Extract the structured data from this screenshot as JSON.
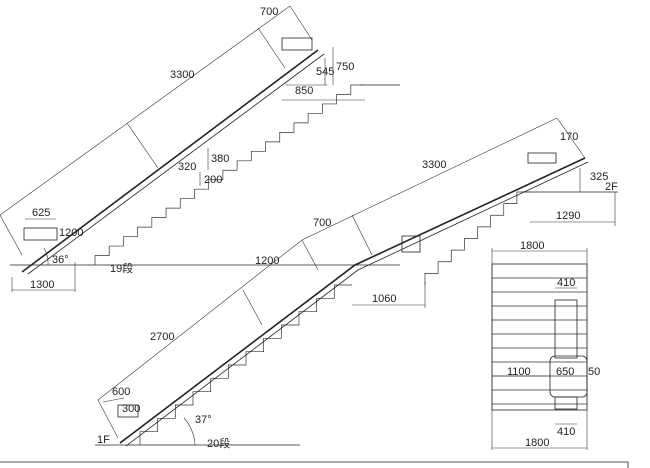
{
  "left_stair": {
    "dims": {
      "top_width": "700",
      "length": "3300",
      "height_total": "750",
      "height_inner": "545",
      "top_depth": "850",
      "rise_a": "380",
      "rise_b": "320",
      "rise_c": "200",
      "chair_width": "625",
      "chair_height": "1200",
      "base_length": "1300"
    },
    "angle": "36°",
    "steps": "19段",
    "step_count": 19
  },
  "right_stair": {
    "dims": {
      "top_offset": "170",
      "upper_length": "3300",
      "floor_height": "325",
      "top_depth": "1290",
      "landing": "700",
      "mid_length": "1200",
      "landing_depth": "1060",
      "lower_length": "2700",
      "chair_width": "600",
      "chair_inner": "300"
    },
    "upper_floor": "2F",
    "lower_floor": "1F",
    "angle": "37°",
    "steps": "20段",
    "step_count": 20
  },
  "plan_view": {
    "width_top": "1800",
    "rail_top": "410",
    "offset": "1100",
    "chair": "650",
    "clearance": "50",
    "rail_bottom": "410",
    "width_bottom": "1800"
  }
}
